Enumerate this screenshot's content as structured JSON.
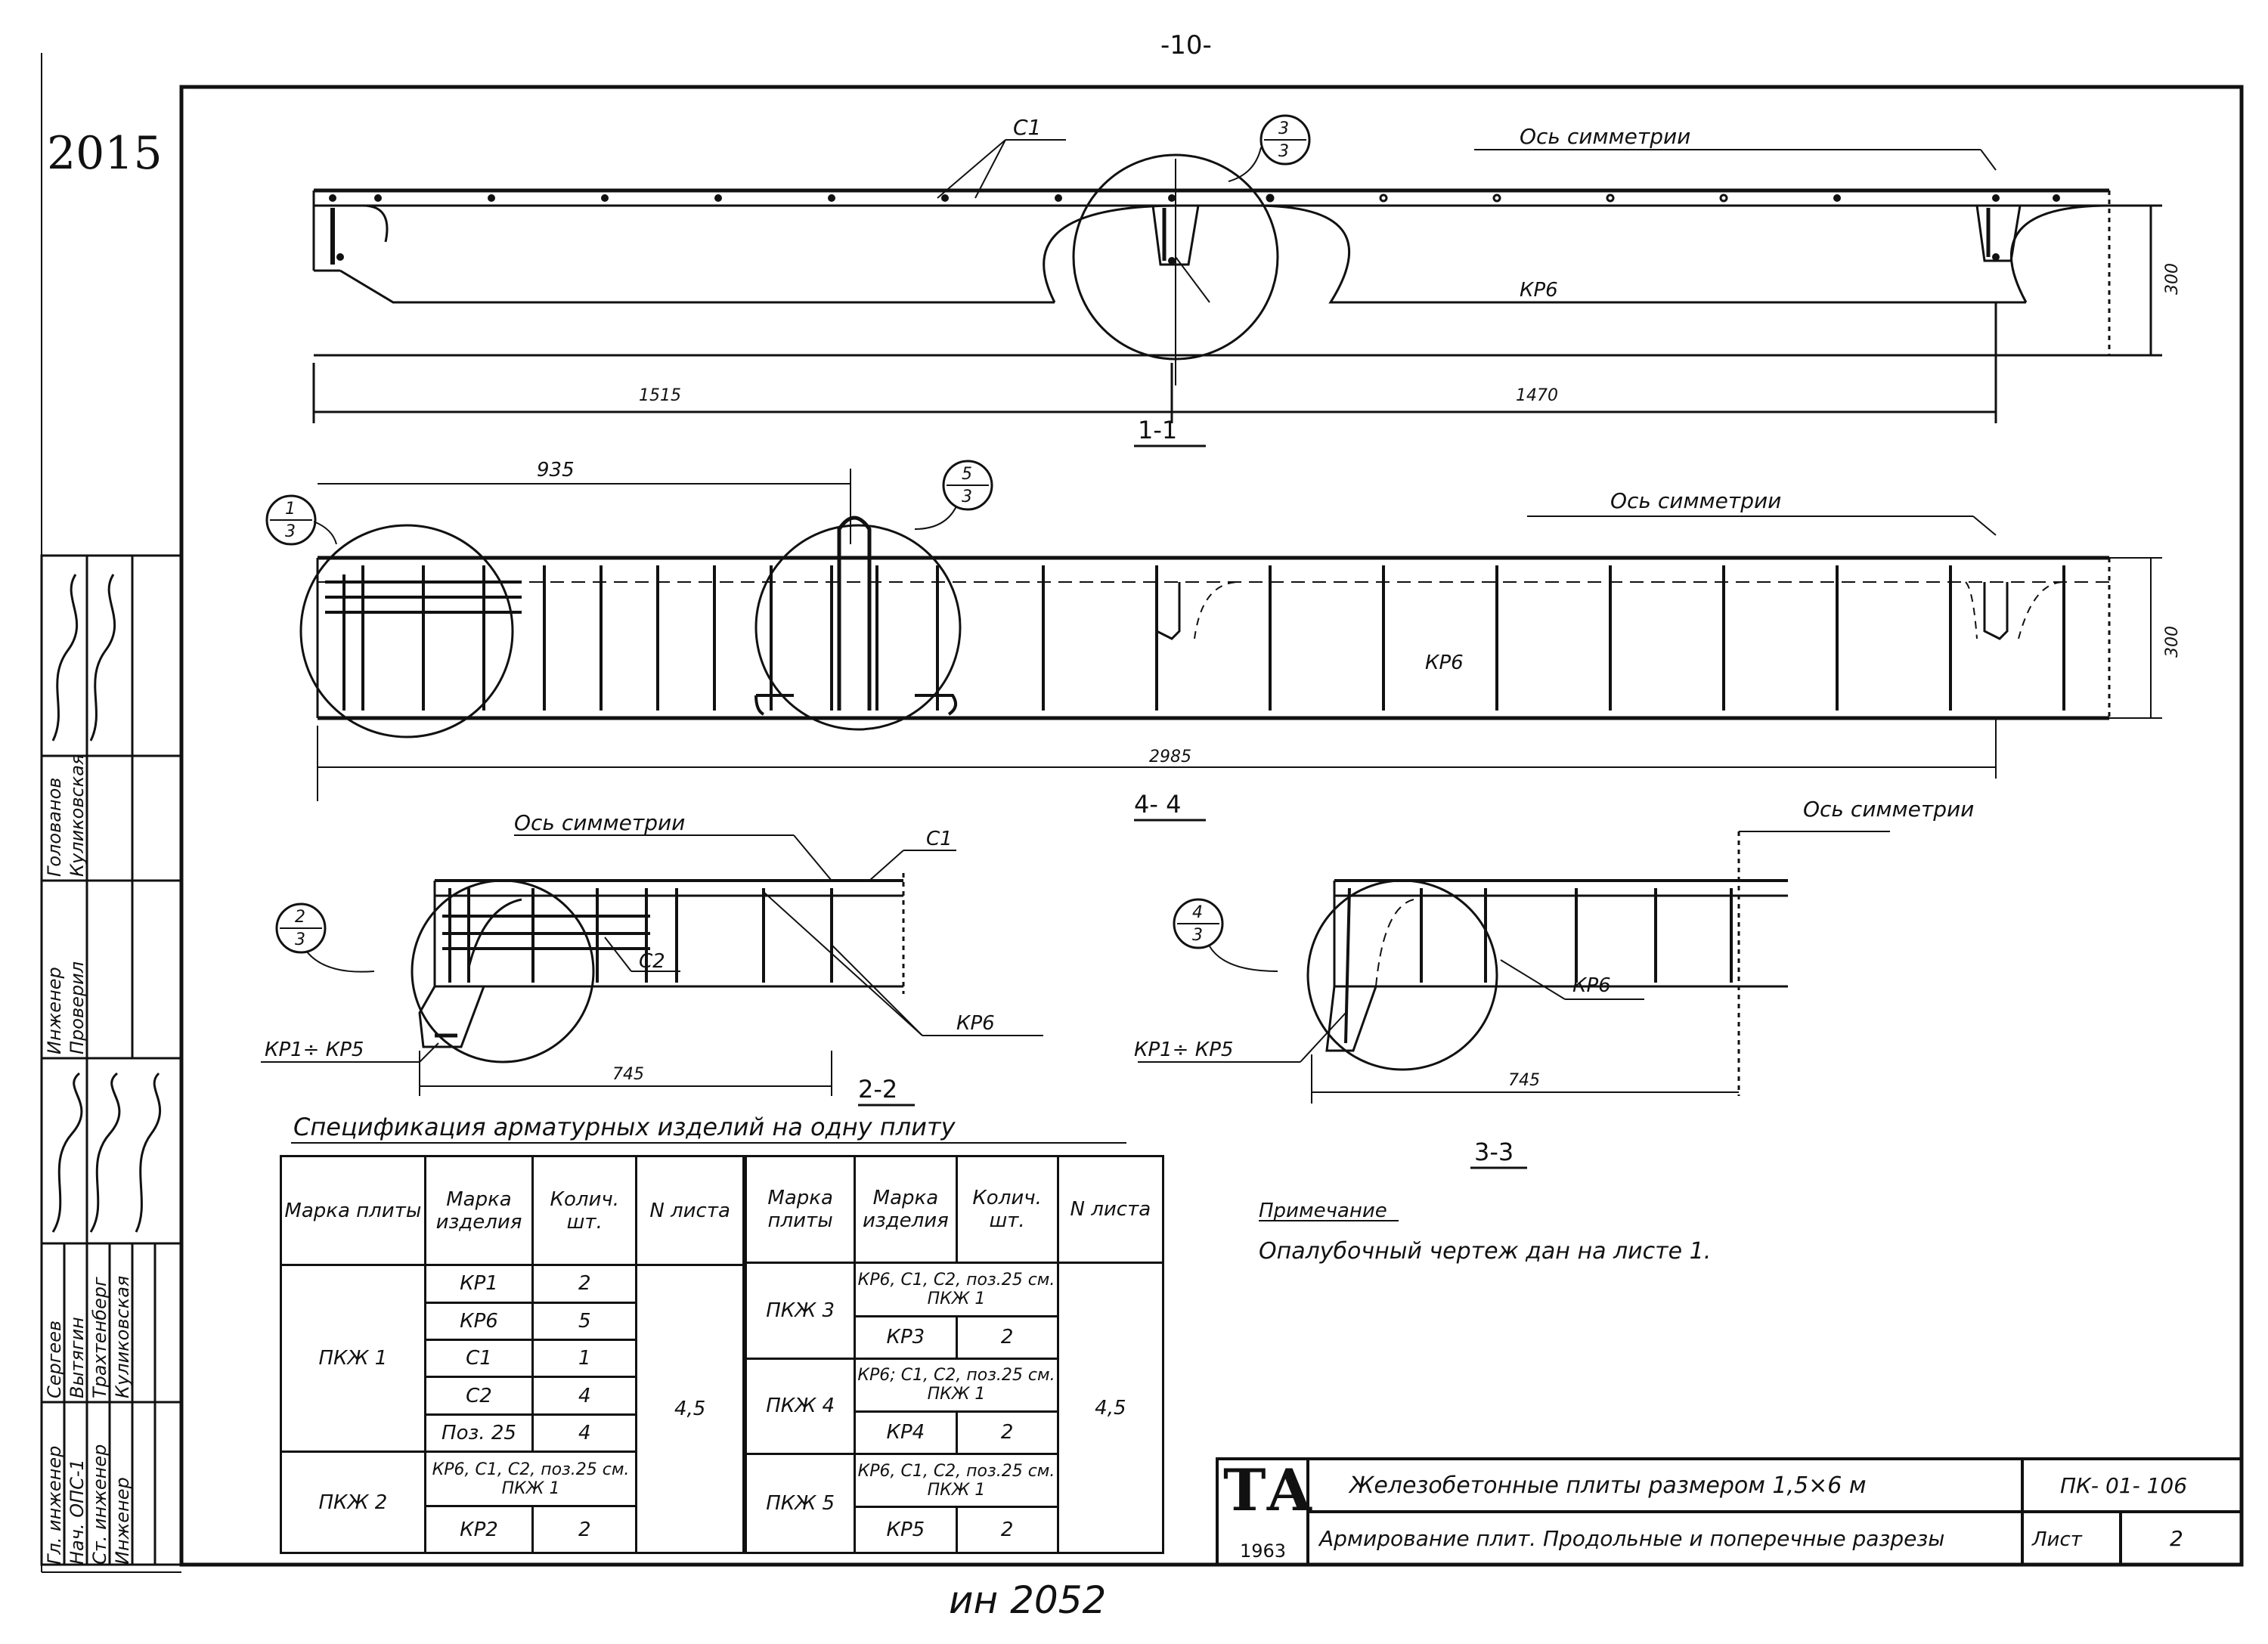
{
  "page_number": "-10-",
  "corner_number": "2015",
  "bottom_handwritten": "ин 2052",
  "sections": {
    "s11": {
      "label": "1-1",
      "c1": "С1",
      "axis": "Ось   симметрии",
      "kr6": "КР6",
      "dim_left": "1515",
      "dim_right": "1470",
      "dim_h": "300",
      "callout_num": "3",
      "callout_den": "3"
    },
    "s44": {
      "label": "4- 4",
      "axis": "Ось   симметрии",
      "kr6": "КР6",
      "dim_top": "935",
      "dim_total": "2985",
      "dim_h": "300",
      "callout1_num": "1",
      "callout1_den": "3",
      "callout2_num": "5",
      "callout2_den": "3"
    },
    "s22": {
      "label": "2-2",
      "axis": "Ось симметрии",
      "c1": "С1",
      "c2": "С2",
      "kr6": "КР6",
      "kr15": "КР1÷ КР5",
      "dim": "745",
      "callout_num": "2",
      "callout_den": "3"
    },
    "s33": {
      "label": "3-3",
      "axis": "Ось симметрии",
      "kr6": "КР6",
      "kr15": "КР1÷ КР5",
      "dim": "745",
      "callout_num": "4",
      "callout_den": "3"
    }
  },
  "spec": {
    "title": "Спецификация   арматурных   изделий   на одну плиту",
    "headers": [
      "Марка плиты",
      "Марка изделия",
      "Колич. шт.",
      "N листа"
    ],
    "left": {
      "pkzh1": {
        "plate": "ПКЖ 1",
        "items": [
          [
            "КР1",
            "2"
          ],
          [
            "КР6",
            "5"
          ],
          [
            "С1",
            "1"
          ],
          [
            "С2",
            "4"
          ],
          [
            "Поз. 25",
            "4"
          ]
        ]
      },
      "pkzh2": {
        "plate": "ПКЖ 2",
        "items": [
          [
            "КР6, С1, С2, поз.25 см. ПКЖ 1",
            ""
          ],
          [
            "КР2",
            "2"
          ]
        ]
      },
      "sheet": "4,5"
    },
    "right": {
      "pkzh3": {
        "plate": "ПКЖ 3",
        "items": [
          [
            "КР6, С1, С2, поз.25 см. ПКЖ 1",
            ""
          ],
          [
            "КР3",
            "2"
          ]
        ]
      },
      "pkzh4": {
        "plate": "ПКЖ 4",
        "items": [
          [
            "КР6; С1, С2, поз.25 см. ПКЖ 1",
            ""
          ],
          [
            "КР4",
            "2"
          ]
        ]
      },
      "pkzh5": {
        "plate": "ПКЖ 5",
        "items": [
          [
            "КР6, С1, С2, поз.25 см. ПКЖ 1",
            ""
          ],
          [
            "КР5",
            "2"
          ]
        ]
      },
      "sheet": "4,5"
    }
  },
  "note": {
    "title": "Примечание",
    "text": "Опалубочный   чертеж   дан  на  листе 1."
  },
  "title_block": {
    "logo": "ТА",
    "year": "1963",
    "line1": "Железобетонные    плиты    размером   1,5×6 м",
    "line2": "Армирование  плит. Продольные и поперечные разрезы",
    "code": "ПК- 01- 106",
    "sheet_label": "Лист",
    "sheet_no": "2"
  },
  "stamp": {
    "roles": [
      "Гл. инженер",
      "Нач. ОПС-1",
      "Ст. инженер",
      "Инженер"
    ],
    "names_a": [
      "Сергеев",
      "Вытягин",
      "Трахтенберг",
      "Куликовская"
    ],
    "roles2": [
      "Инженер",
      "Проверил"
    ],
    "names_b": [
      "Голованов",
      "Куликовская"
    ]
  }
}
